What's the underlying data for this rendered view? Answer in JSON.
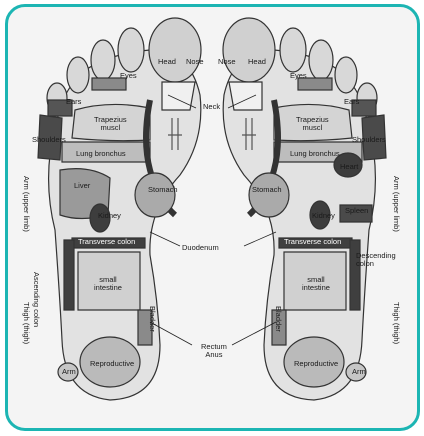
{
  "palette": {
    "frame": "#1cb5b3",
    "paper": "#f4f4f4",
    "light": "#d6d6d6",
    "mid": "#a8a8a8",
    "dark": "#4a4a4a",
    "ink": "#1a1a1a"
  },
  "labels": {
    "head_l": "Head",
    "nose_l": "Nose",
    "nose_r": "Nose",
    "head_r": "Head",
    "eyes_l": "Eyes",
    "eyes_r": "Eyes",
    "ears_l": "Ears",
    "ears_r": "Ears",
    "neck": "Neck",
    "trap_l": "Trapezius\nmuscl",
    "trap_r": "Trapezius\nmuscl",
    "shoulders_l": "Shoulders",
    "shoulders_r": "Shoulders",
    "lung_l": "Lung bronchus",
    "lung_r": "Lung bronchus",
    "heart": "Heart",
    "liver": "Liver",
    "stomach_l": "Stomach",
    "stomach_r": "Stomach",
    "kidney_l": "Kidney",
    "kidney_r": "Kidney",
    "spleen": "Spleen",
    "transverse_l": "Transverse colon",
    "transverse_r": "Transverse colon",
    "descending": "Descending\ncolon",
    "duodenum": "Duodenum",
    "ascending": "Ascending colon",
    "small_l": "small\nintestine",
    "small_r": "small\nintestine",
    "bladder_l": "Bladder",
    "bladder_r": "Bladder",
    "arm_upper_l": "Arm (upper limb)",
    "arm_upper_r": "Arm (upper limb)",
    "thigh_l": "Thigh (thigh)",
    "thigh_r": "Thigh (thigh)",
    "arm_l": "Arm",
    "arm_r": "Arm",
    "repro_l": "Reproductive",
    "repro_r": "Reproductive",
    "rectum": "Rectum\nAnus"
  }
}
